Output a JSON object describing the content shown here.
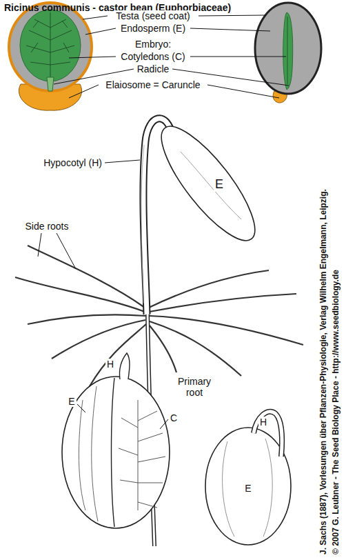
{
  "diagram": {
    "title": "Ricinus communis - castor bean (Euphorbiaceae)",
    "labels": [
      "Testa (seed coat)",
      "Endosperm (E)",
      "Embryo:",
      "Cotyledons (C)",
      "Radicle",
      "Elaiosome = Caruncle",
      "Hypocotyl (H)",
      "E",
      "Side roots",
      "Primary root",
      "H",
      "E",
      "C",
      "H",
      "E",
      "J. Sachs (1887), Vorlesungen über Pflanzen-Physiologie, Verlag Wilhelm Engelmann, Leipzig.",
      "© 2007 G. Leubner - The Seed Biology Place - http://www.seedbiology.de"
    ]
  }
}
